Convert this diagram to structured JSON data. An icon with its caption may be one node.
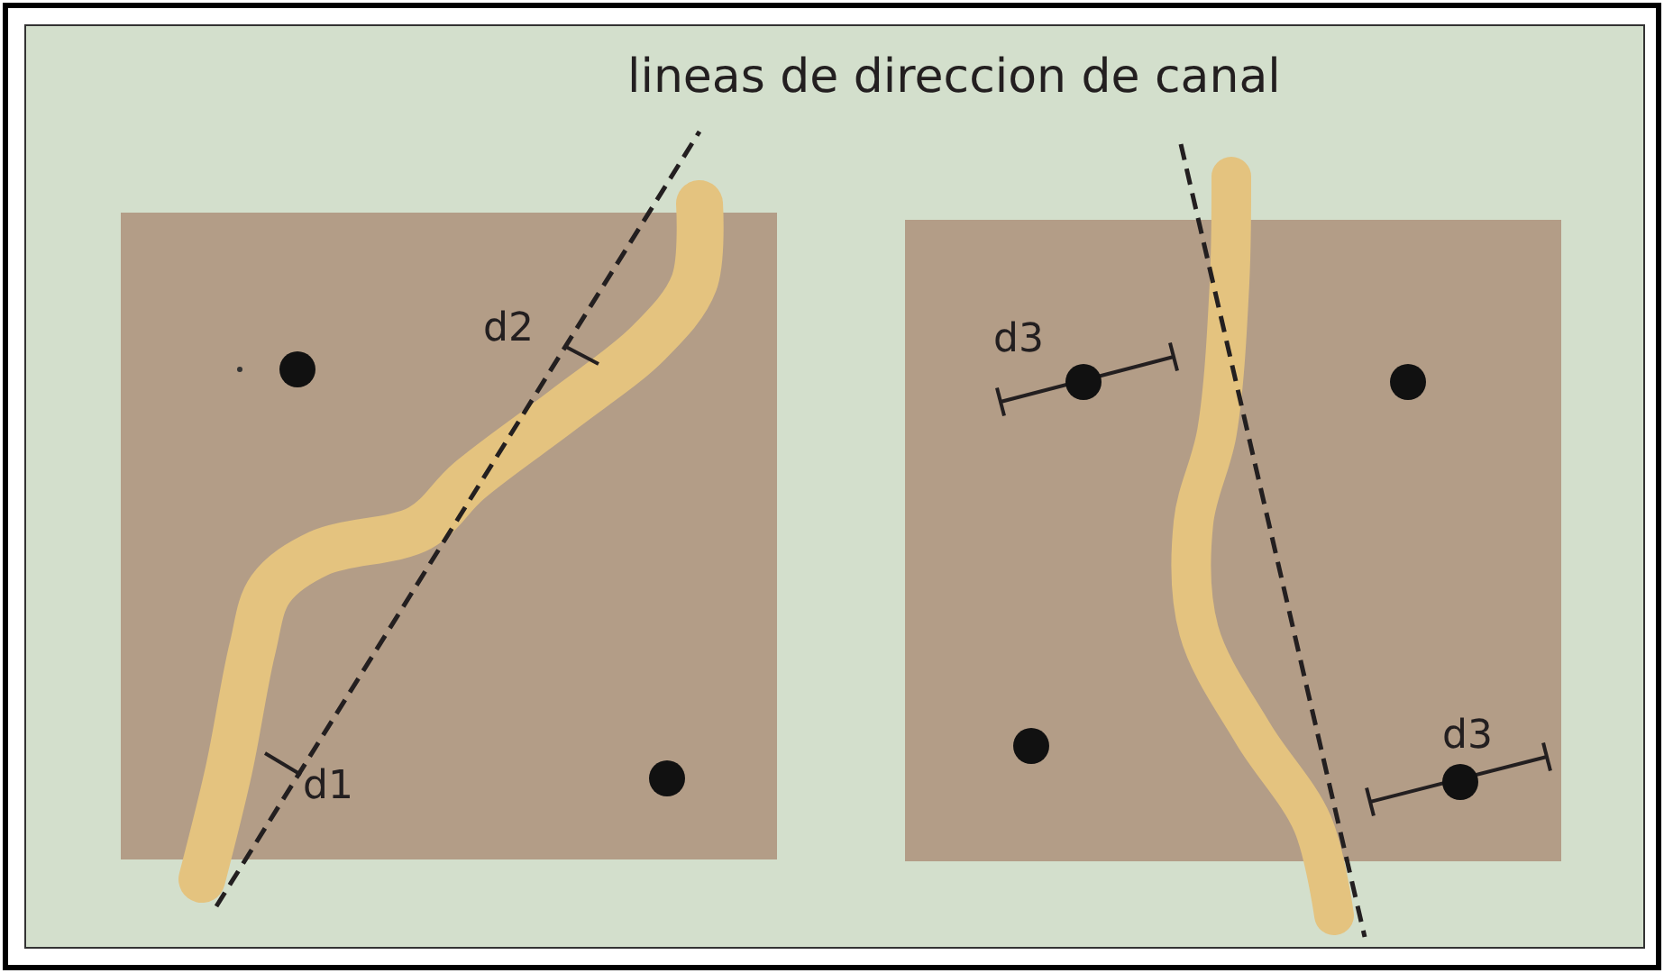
{
  "diagram": {
    "labels": [
      "lineas de direccion de canal",
      "d2",
      "d1",
      "d3",
      "d3"
    ]
  }
}
